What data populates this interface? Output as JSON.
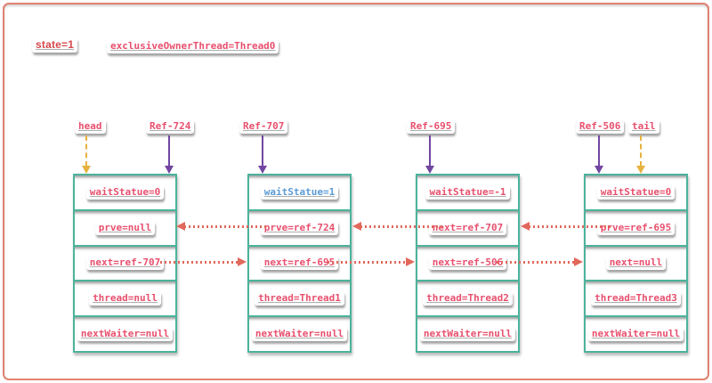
{
  "header": {
    "state_label": "state=1",
    "owner_label": "exclusiveOwnerThread=Thread0"
  },
  "pointer_labels": {
    "head": "head",
    "tail": "tail"
  },
  "nodes": [
    {
      "ref": "Ref-724",
      "fields": [
        "waitStatue=0",
        "prve=null",
        "next=ref-707",
        "thread=null",
        "nextWaiter=null"
      ]
    },
    {
      "ref": "Ref-707",
      "fields": [
        "waitStatue=1",
        "prve=ref-724",
        "next=ref-695",
        "thread=Thread1",
        "nextWaiter=null"
      ]
    },
    {
      "ref": "Ref-695",
      "fields": [
        "waitStatue=-1",
        "next=ref-707",
        "next=ref-506",
        "thread=Thread2",
        "nextWaiter=null"
      ]
    },
    {
      "ref": "Ref-506",
      "fields": [
        "waitStatue=0",
        "prve=ref-695",
        "next=null",
        "thread=Thread3",
        "nextWaiter=null"
      ]
    }
  ],
  "links": [
    {
      "type": "prve",
      "from": "Ref-707",
      "to": "Ref-724"
    },
    {
      "type": "prve",
      "from": "Ref-695",
      "to": "Ref-707"
    },
    {
      "type": "prve",
      "from": "Ref-506",
      "to": "Ref-695"
    },
    {
      "type": "next",
      "from": "Ref-724",
      "to": "Ref-707"
    },
    {
      "type": "next",
      "from": "Ref-707",
      "to": "Ref-695"
    },
    {
      "type": "next",
      "from": "Ref-695",
      "to": "Ref-506"
    }
  ],
  "colors": {
    "frame_border": "#e08271",
    "node_border": "#4cb39c",
    "text_pink": "#e8506e",
    "text_red": "#d6484b",
    "text_blue": "#5b9bd5",
    "ref_arrow_purple": "#7146a1",
    "pointer_arrow_amber": "#e6b23e",
    "link_arrow_salmon": "#e2685c"
  }
}
